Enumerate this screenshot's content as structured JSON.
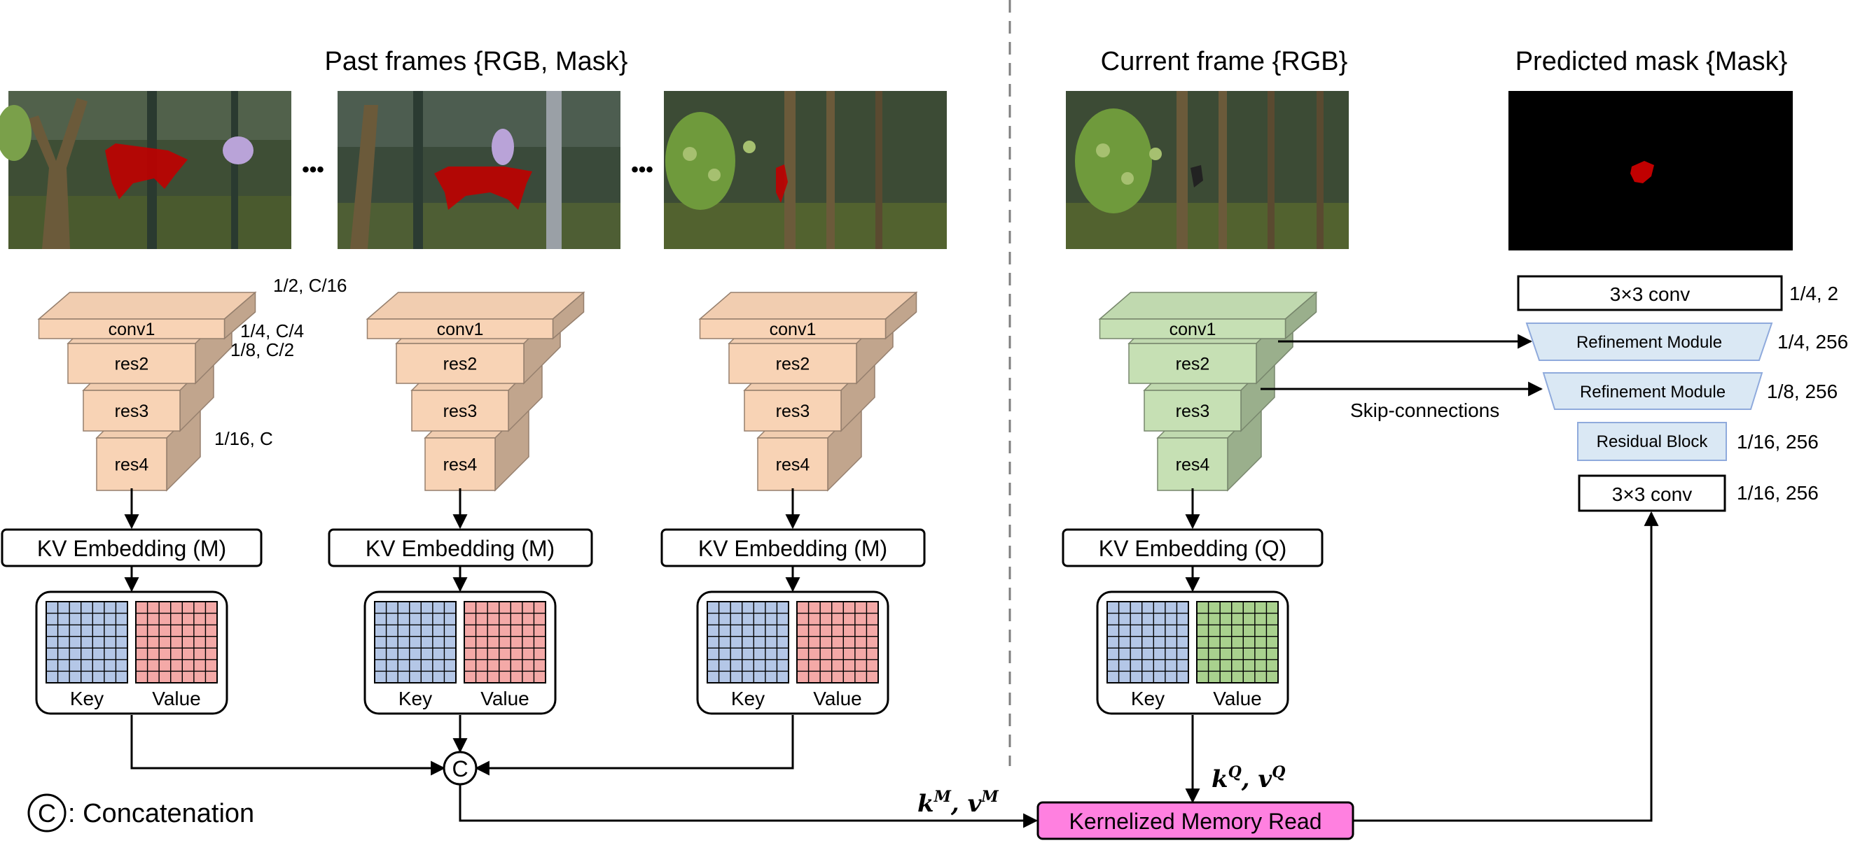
{
  "headers": {
    "past_frames": "Past frames {RGB, Mask}",
    "current_frame": "Current frame {RGB}",
    "predicted_mask": "Predicted mask {Mask}"
  },
  "ellipsis": "•••",
  "encoder_layers": [
    "conv1",
    "res2",
    "res3",
    "res4"
  ],
  "scale_labels": [
    "1/2, C/16",
    "1/4, C/4",
    "1/8, C/2",
    "1/16, C"
  ],
  "kv_embedding": {
    "memory": "KV Embedding (M)",
    "query": "KV Embedding (Q)"
  },
  "kv_labels": {
    "key": "Key",
    "value": "Value"
  },
  "decoder": {
    "blocks": [
      "3×3 conv",
      "Refinement Module",
      "Refinement Module",
      "Residual Block",
      "3×3 conv"
    ],
    "scales": [
      "1/4, 2",
      "1/4, 256",
      "1/8, 256",
      "1/16, 256",
      "1/16, 256"
    ]
  },
  "skip_label": "Skip-connections",
  "concat_symbol": "C",
  "concat_legend": ": Concatenation",
  "memory_feature_label": "k",
  "memory_feature_sup": "M",
  "memory_value_label": "v",
  "memory_value_sup": "M",
  "query_feature_label": "k",
  "query_feature_sup": "Q",
  "query_value_label": "v",
  "query_value_sup": "Q",
  "read_block": "Kernelized Memory Read",
  "colors": {
    "memory_encoder": "#f8d3b5",
    "query_encoder": "#c6e0b4",
    "key_cells": "#b4c7e7",
    "memory_value_cells": "#f4a9a7",
    "query_value_cells": "#a9d18e",
    "refinement": "#dae8f4",
    "read_block": "#ff80e0",
    "mask_red": "#c00000"
  }
}
